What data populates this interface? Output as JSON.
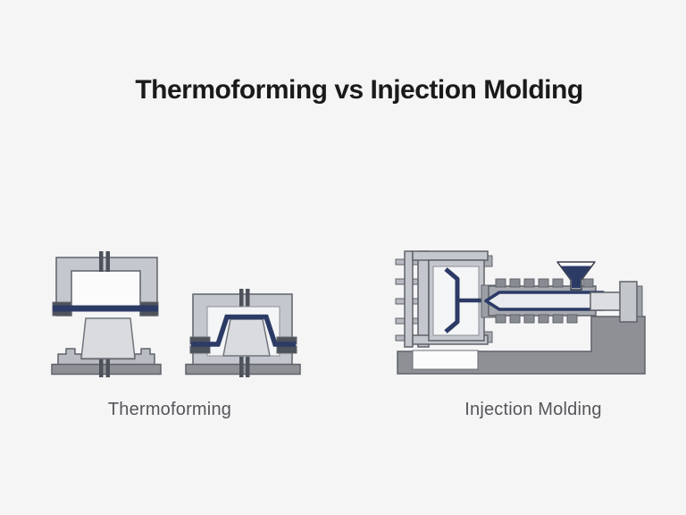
{
  "title": "Thermoforming vs Injection Molding",
  "figures": {
    "thermoforming": {
      "label": "Thermoforming"
    },
    "injection_molding": {
      "label": "Injection Molding"
    }
  },
  "colors": {
    "background": "#f5f5f6",
    "title_text": "#1a1a1a",
    "label_text": "#55565a",
    "navy": "#2c3a66",
    "machine_fill": "#c4c8ce",
    "machine_outline": "#5f6369",
    "mold_fill": "#dadbde",
    "dark_part": "#4d525b",
    "base_gray": "#8e9095",
    "platform_gray": "#b9bdc3",
    "white_fill": "#f4f5f6",
    "heater_gray": "#888c92",
    "barrel_gray": "#a6aab0"
  }
}
